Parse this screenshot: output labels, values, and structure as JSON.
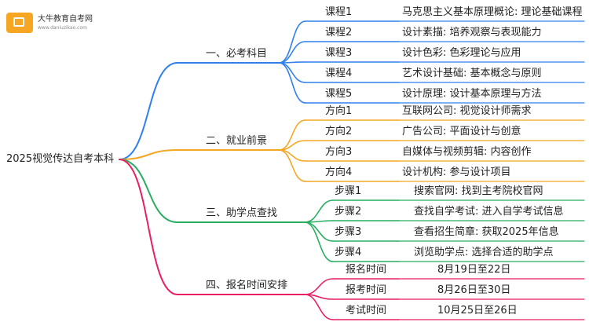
{
  "logo": {
    "icon": "book-badge-icon",
    "name": "大牛教育自考网",
    "url": "www.daniuzikao.com"
  },
  "root": {
    "label": "2025视觉传达自考本科"
  },
  "colors": {
    "blue": "#2f80ed",
    "orange": "#f5a623",
    "green": "#27ae60",
    "pink": "#e91e63"
  },
  "branches": [
    {
      "label": "一、必考科目",
      "color_key": "blue",
      "children": [
        {
          "label": "课程1",
          "leaf": "马克思主义基本原理概论: 理论基础课程"
        },
        {
          "label": "课程2",
          "leaf": "设计素描: 培养观察与表现能力"
        },
        {
          "label": "课程3",
          "leaf": "设计色彩: 色彩理论与应用"
        },
        {
          "label": "课程4",
          "leaf": "艺术设计基础: 基本概念与原则"
        },
        {
          "label": "课程5",
          "leaf": "设计原理: 设计基本原理与方法"
        }
      ]
    },
    {
      "label": "二、就业前景",
      "color_key": "orange",
      "children": [
        {
          "label": "方向1",
          "leaf": "互联网公司: 视觉设计师需求"
        },
        {
          "label": "方向2",
          "leaf": "广告公司: 平面设计与创意"
        },
        {
          "label": "方向3",
          "leaf": "自媒体与视频剪辑: 内容创作"
        },
        {
          "label": "方向4",
          "leaf": "设计机构: 参与设计项目"
        }
      ]
    },
    {
      "label": "三、助学点查找",
      "color_key": "green",
      "children": [
        {
          "label": "步骤1",
          "leaf": "搜索官网: 找到主考院校官网"
        },
        {
          "label": "步骤2",
          "leaf": "查找自学考试: 进入自学考试信息"
        },
        {
          "label": "步骤3",
          "leaf": "查看招生简章: 获取2025年信息"
        },
        {
          "label": "步骤4",
          "leaf": "浏览助学点: 选择合适的助学点"
        }
      ]
    },
    {
      "label": "四、报名时间安排",
      "color_key": "pink",
      "children": [
        {
          "label": "报名时间",
          "leaf": "8月19日至22日"
        },
        {
          "label": "报考时间",
          "leaf": "8月26日至30日"
        },
        {
          "label": "考试时间",
          "leaf": "10月25日至26日"
        }
      ]
    }
  ]
}
